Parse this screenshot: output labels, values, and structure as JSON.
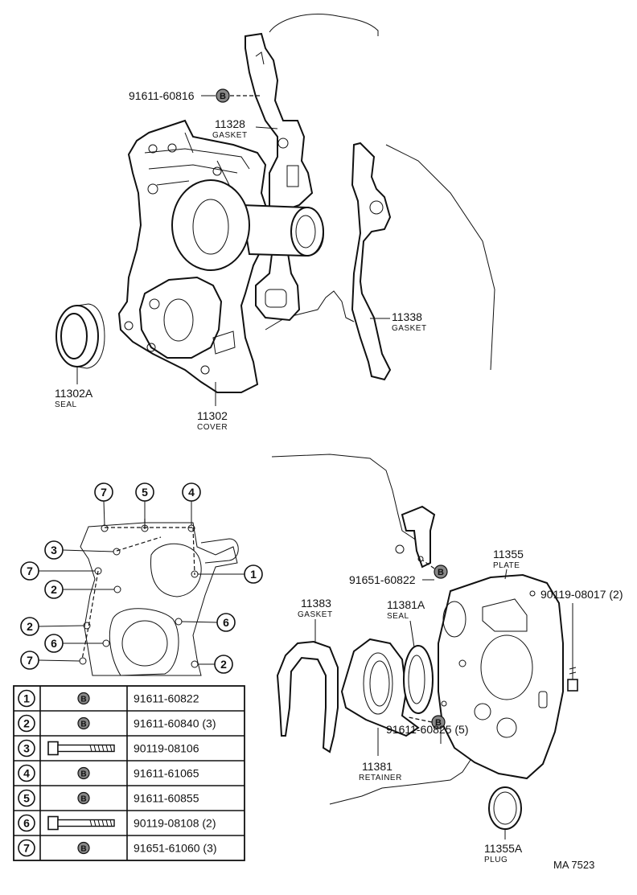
{
  "diagram_code": "MA 7523",
  "callouts": [
    {
      "id": "c_9161160816",
      "part_no": "91611-60816",
      "badge": "B"
    },
    {
      "id": "c_11328",
      "part_no": "11328",
      "name": "GASKET"
    },
    {
      "id": "c_11338",
      "part_no": "11338",
      "name": "GASKET"
    },
    {
      "id": "c_11302A",
      "part_no": "11302A",
      "name": "SEAL"
    },
    {
      "id": "c_11302",
      "part_no": "11302",
      "name": "COVER"
    },
    {
      "id": "c_9165160822",
      "part_no": "91651-60822",
      "badge": "B"
    },
    {
      "id": "c_11355",
      "part_no": "11355",
      "name": "PLATE"
    },
    {
      "id": "c_9011908017",
      "part_no": "90119-08017 (2)"
    },
    {
      "id": "c_11383",
      "part_no": "11383",
      "name": "GASKET"
    },
    {
      "id": "c_11381A",
      "part_no": "11381A",
      "name": "SEAL"
    },
    {
      "id": "c_11381",
      "part_no": "11381",
      "name": "RETAINER"
    },
    {
      "id": "c_9161160825",
      "part_no": "91611-60825 (5)",
      "badge": "B"
    },
    {
      "id": "c_11355A",
      "part_no": "11355A",
      "name": "PLUG"
    }
  ],
  "bolt_markers": [
    "7",
    "5",
    "4",
    "3",
    "1",
    "7",
    "2",
    "2",
    "6",
    "6",
    "7",
    "2"
  ],
  "bolt_table": [
    {
      "num": "1",
      "icon": "badge-B",
      "part": "91611-60822"
    },
    {
      "num": "2",
      "icon": "badge-B",
      "part": "91611-60840 (3)"
    },
    {
      "num": "3",
      "icon": "long-bolt",
      "part": "90119-08106"
    },
    {
      "num": "4",
      "icon": "badge-B",
      "part": "91611-61065"
    },
    {
      "num": "5",
      "icon": "badge-B",
      "part": "91611-60855"
    },
    {
      "num": "6",
      "icon": "long-bolt",
      "part": "90119-08108 (2)"
    },
    {
      "num": "7",
      "icon": "badge-B",
      "part": "91651-61060 (3)"
    }
  ],
  "badge_letter": "B"
}
